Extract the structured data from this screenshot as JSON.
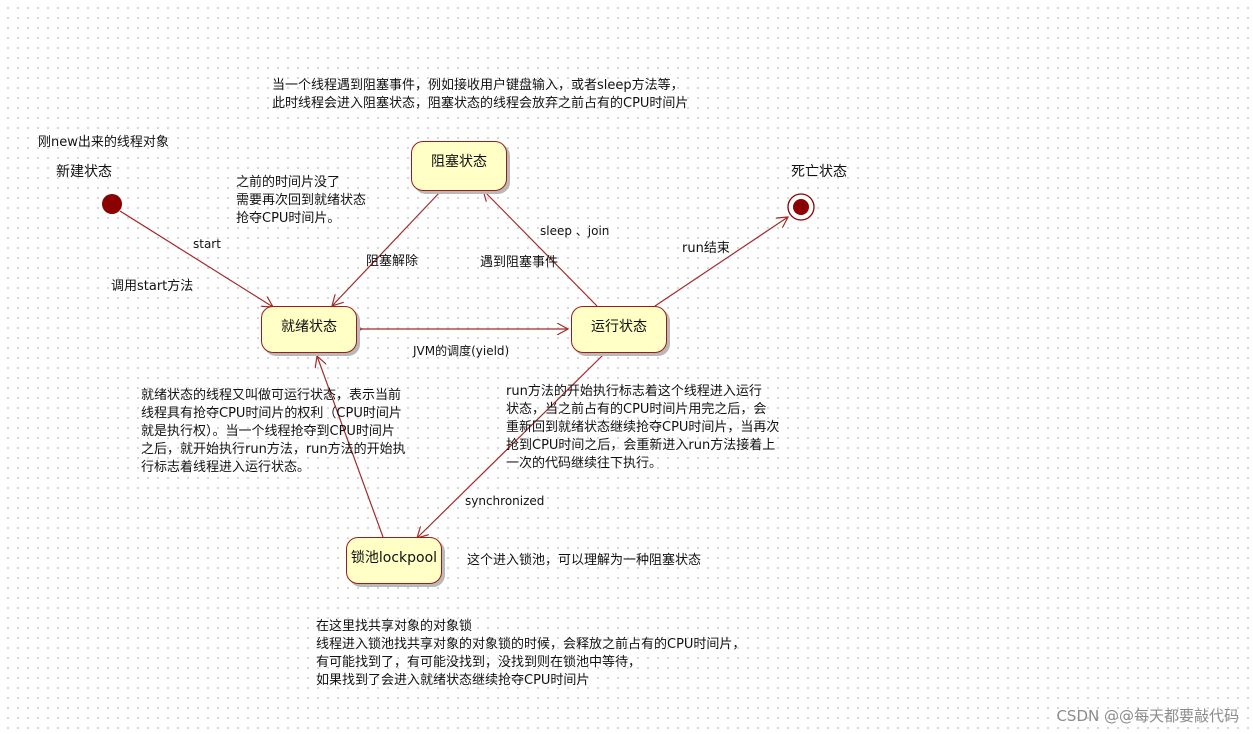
{
  "states": {
    "new": "新建状态",
    "blocked": "阻塞状态",
    "dead": "死亡状态",
    "ready": "就绪状态",
    "running": "运行状态",
    "lockpool": "锁池lockpool"
  },
  "labels": {
    "new_object": "刚new出来的线程对象",
    "start": "start",
    "call_start": "调用start方法",
    "prev_slice_lost": "之前的时间片没了\n需要再次回到就绪状态\n抢夺CPU时间片。",
    "block_release": "阻塞解除",
    "sleep_join": "sleep 、join",
    "meet_block": "遇到阻塞事件",
    "run_end": "run结束",
    "jvm_schedule": "JVM的调度(yield)",
    "synchronized": "synchronized",
    "lockpool_note": "这个进入锁池，可以理解为一种阻塞状态"
  },
  "notes": {
    "blocked": "当一个线程遇到阻塞事件，例如接收用户键盘输入，或者sleep方法等，\n此时线程会进入阻塞状态，阻塞状态的线程会放弃之前占有的CPU时间片",
    "ready": "就绪状态的线程又叫做可运行状态，表示当前\n线程具有抢夺CPU时间片的权利（CPU时间片\n就是执行权）。当一个线程抢夺到CPU时间片\n之后，就开始执行run方法，run方法的开始执\n行标志着线程进入运行状态。",
    "running": "run方法的开始执行标志着这个线程进入运行\n状态，当之前占有的CPU时间片用完之后，会\n重新回到就绪状态继续抢夺CPU时间片，当再次\n抢到CPU时间之后，会重新进入run方法接着上\n一次的代码继续往下执行。",
    "lockpool": "在这里找共享对象的对象锁\n线程进入锁池找共享对象的对象锁的时候，会释放之前占有的CPU时间片，\n有可能找到了，有可能没找到，没找到则在锁池中等待，\n如果找到了会进入就绪状态继续抢夺CPU时间片"
  },
  "watermark": "CSDN @@每天都要敲代码",
  "colors": {
    "state_fill": "#ffffc6",
    "state_border": "#9e1b1b",
    "arrow": "#a52a2a",
    "node": "#8b0000"
  }
}
